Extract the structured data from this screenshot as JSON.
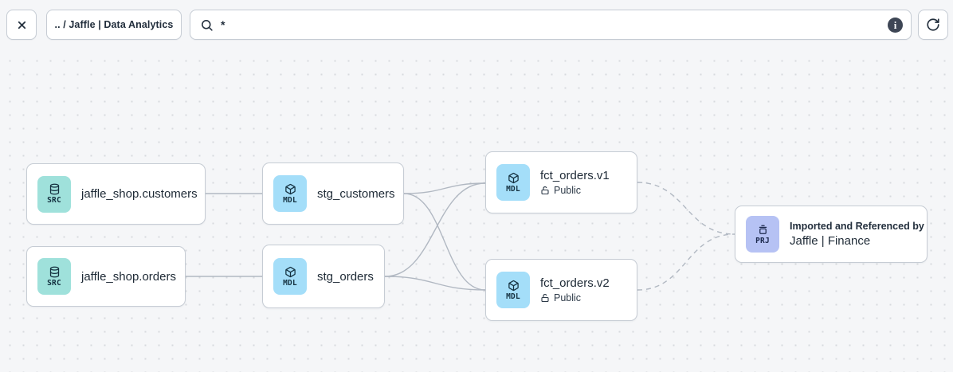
{
  "toolbar": {
    "breadcrumb": ".. / Jaffle | Data Analytics",
    "search_value": "*",
    "info_glyph": "i"
  },
  "canvas": {
    "nodes": [
      {
        "kind": "SRC",
        "title": "jaffle_shop.customers"
      },
      {
        "kind": "SRC",
        "title": "jaffle_shop.orders"
      },
      {
        "kind": "MDL",
        "title": "stg_customers"
      },
      {
        "kind": "MDL",
        "title": "stg_orders"
      },
      {
        "kind": "MDL",
        "title": "fct_orders.v1",
        "access": "Public"
      },
      {
        "kind": "MDL",
        "title": "fct_orders.v2",
        "access": "Public"
      },
      {
        "kind": "PRJ",
        "subtitle": "Imported and Referenced by",
        "title": "Jaffle | Finance"
      }
    ]
  },
  "colors": {
    "canvas_bg": "#f5f6f8",
    "dot": "#d7dade",
    "node_border": "#c6ccd4",
    "edge": "#b1b8c2",
    "src_chip": "#9fe1db",
    "mdl_chip": "#a4def9",
    "prj_chip": "#b6c2f4",
    "text": "#1e2a36",
    "info_badge_bg": "#3e4655"
  }
}
